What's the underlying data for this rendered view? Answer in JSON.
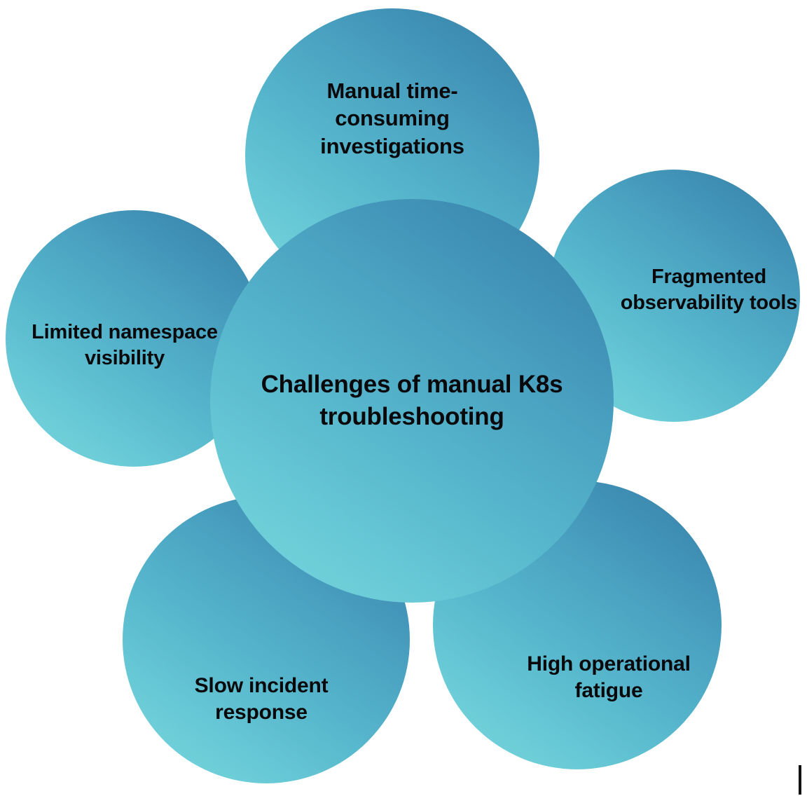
{
  "diagram": {
    "type": "radial-cluster",
    "background_color": "#ffffff",
    "bubble_gradient": {
      "light": "#79d4dc",
      "dark": "#387fa8",
      "direction": "lower-left to upper-right"
    },
    "text_color": "#09090b",
    "center": {
      "id": "center",
      "label": "Challenges of manual K8s troubleshooting"
    },
    "nodes": [
      {
        "id": "top",
        "label": "Manual time-consuming investigations"
      },
      {
        "id": "right",
        "label": "Fragmented observability tools"
      },
      {
        "id": "bottom-right",
        "label": "High operational fatigue"
      },
      {
        "id": "bottom-left",
        "label": "Slow incident response"
      },
      {
        "id": "left",
        "label": "Limited namespace visibility"
      }
    ]
  },
  "caret": {
    "name": "text-caret",
    "color": "#111111"
  }
}
